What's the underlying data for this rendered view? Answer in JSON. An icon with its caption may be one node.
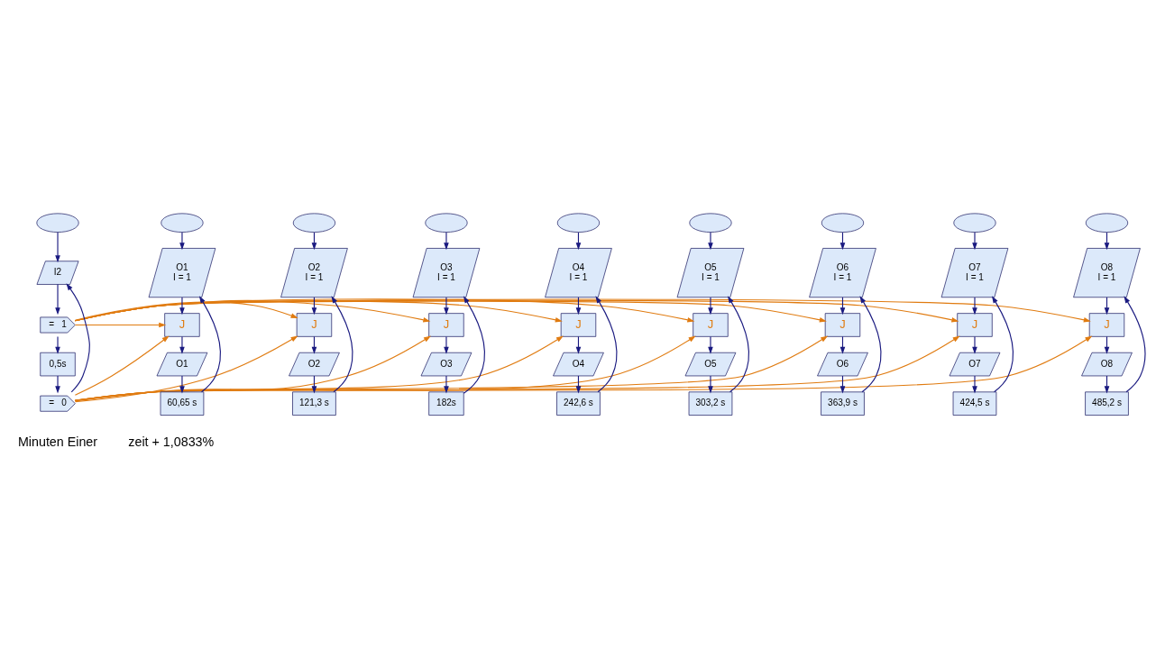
{
  "diagram": {
    "nodes": [
      {
        "text": [],
        "shape": "ellipse"
      },
      {
        "text": [
          "I2"
        ]
      },
      {
        "text": [
          "=   1"
        ]
      },
      {
        "text": [
          "0,5s"
        ]
      },
      {
        "text": [
          "=   0"
        ]
      },
      {
        "text": [],
        "shape": "ellipse"
      },
      {
        "text": [
          "O1",
          "I = 1"
        ]
      },
      {
        "text": [
          "J"
        ]
      },
      {
        "text": [
          "O1"
        ]
      },
      {
        "text": [
          "60,65 s"
        ]
      },
      {
        "text": [],
        "shape": "ellipse"
      },
      {
        "text": [
          "O2",
          "I = 1"
        ]
      },
      {
        "text": [
          "J"
        ]
      },
      {
        "text": [
          "O2"
        ]
      },
      {
        "text": [
          "121,3 s"
        ]
      },
      {
        "text": [],
        "shape": "ellipse"
      },
      {
        "text": [
          "O3",
          "I = 1"
        ]
      },
      {
        "text": [
          "J"
        ]
      },
      {
        "text": [
          "O3"
        ]
      },
      {
        "text": [
          "182s"
        ]
      },
      {
        "text": [],
        "shape": "ellipse"
      },
      {
        "text": [
          "O4",
          "I = 1"
        ]
      },
      {
        "text": [
          "J"
        ]
      },
      {
        "text": [
          "O4"
        ]
      },
      {
        "text": [
          "242,6 s"
        ]
      },
      {
        "text": [],
        "shape": "ellipse"
      },
      {
        "text": [
          "O5",
          "I = 1"
        ]
      },
      {
        "text": [
          "J"
        ]
      },
      {
        "text": [
          "O5"
        ]
      },
      {
        "text": [
          "303,2 s"
        ]
      },
      {
        "text": [],
        "shape": "ellipse"
      },
      {
        "text": [
          "O6",
          "I = 1"
        ]
      },
      {
        "text": [
          "J"
        ]
      },
      {
        "text": [
          "O6"
        ]
      },
      {
        "text": [
          "363,9 s"
        ]
      },
      {
        "text": [],
        "shape": "ellipse"
      },
      {
        "text": [
          "O7",
          "I = 1"
        ]
      },
      {
        "text": [
          "J"
        ]
      },
      {
        "text": [
          "O7"
        ]
      },
      {
        "text": [
          "424,5 s"
        ]
      },
      {
        "text": [],
        "shape": "ellipse"
      },
      {
        "text": [
          "O8",
          "I = 1"
        ]
      },
      {
        "text": [
          "J"
        ]
      },
      {
        "text": [
          "O8"
        ]
      },
      {
        "text": [
          "485,2 s"
        ]
      }
    ],
    "edges": [
      {
        "from": 0,
        "to": 1,
        "arrow": "to"
      },
      {
        "from": 1,
        "to": 2,
        "arrow": "to"
      },
      {
        "from": 2,
        "to": 3,
        "arrow": "to"
      },
      {
        "from": 3,
        "to": 4,
        "arrow": "to"
      },
      {
        "from": 4,
        "to": 1,
        "arrow": "to"
      },
      {
        "from": 5,
        "to": 6,
        "arrow": "to"
      },
      {
        "from": 6,
        "to": 7,
        "arrow": "to"
      },
      {
        "from": 7,
        "to": 8,
        "arrow": "to"
      },
      {
        "from": 8,
        "to": 9,
        "arrow": "to"
      },
      {
        "from": 9,
        "to": 6,
        "arrow": "to"
      },
      {
        "from": 10,
        "to": 11,
        "arrow": "to"
      },
      {
        "from": 11,
        "to": 12,
        "arrow": "to"
      },
      {
        "from": 12,
        "to": 13,
        "arrow": "to"
      },
      {
        "from": 13,
        "to": 14,
        "arrow": "to"
      },
      {
        "from": 14,
        "to": 11,
        "arrow": "to"
      },
      {
        "from": 15,
        "to": 16,
        "arrow": "to"
      },
      {
        "from": 16,
        "to": 17,
        "arrow": "to"
      },
      {
        "from": 17,
        "to": 18,
        "arrow": "to"
      },
      {
        "from": 18,
        "to": 19,
        "arrow": "to"
      },
      {
        "from": 19,
        "to": 16,
        "arrow": "to"
      },
      {
        "from": 20,
        "to": 21,
        "arrow": "to"
      },
      {
        "from": 21,
        "to": 22,
        "arrow": "to"
      },
      {
        "from": 22,
        "to": 23,
        "arrow": "to"
      },
      {
        "from": 23,
        "to": 24,
        "arrow": "to"
      },
      {
        "from": 24,
        "to": 21,
        "arrow": "to"
      },
      {
        "from": 25,
        "to": 26,
        "arrow": "to"
      },
      {
        "from": 26,
        "to": 27,
        "arrow": "to"
      },
      {
        "from": 27,
        "to": 28,
        "arrow": "to"
      },
      {
        "from": 28,
        "to": 29,
        "arrow": "to"
      },
      {
        "from": 29,
        "to": 26,
        "arrow": "to"
      },
      {
        "from": 30,
        "to": 31,
        "arrow": "to"
      },
      {
        "from": 31,
        "to": 32,
        "arrow": "to"
      },
      {
        "from": 32,
        "to": 33,
        "arrow": "to"
      },
      {
        "from": 33,
        "to": 34,
        "arrow": "to"
      },
      {
        "from": 34,
        "to": 31,
        "arrow": "to"
      },
      {
        "from": 35,
        "to": 36,
        "arrow": "to"
      },
      {
        "from": 36,
        "to": 37,
        "arrow": "to"
      },
      {
        "from": 37,
        "to": 38,
        "arrow": "to"
      },
      {
        "from": 38,
        "to": 39,
        "arrow": "to"
      },
      {
        "from": 39,
        "to": 36,
        "arrow": "to"
      },
      {
        "from": 40,
        "to": 41,
        "arrow": "to"
      },
      {
        "from": 41,
        "to": 42,
        "arrow": "to"
      },
      {
        "from": 42,
        "to": 43,
        "arrow": "to"
      },
      {
        "from": 43,
        "to": 44,
        "arrow": "to"
      },
      {
        "from": 44,
        "to": 41,
        "arrow": "to"
      },
      {
        "from": 2,
        "to": 7,
        "arrow": "to",
        "color": "#e07b10"
      },
      {
        "from": 2,
        "to": 12,
        "arrow": "to",
        "color": "#e07b10"
      },
      {
        "from": 2,
        "to": 17,
        "arrow": "to",
        "color": "#e07b10"
      },
      {
        "from": 2,
        "to": 22,
        "arrow": "to",
        "color": "#e07b10"
      },
      {
        "from": 2,
        "to": 27,
        "arrow": "to",
        "color": "#e07b10"
      },
      {
        "from": 2,
        "to": 32,
        "arrow": "to",
        "color": "#e07b10"
      },
      {
        "from": 2,
        "to": 37,
        "arrow": "to",
        "color": "#e07b10"
      },
      {
        "from": 2,
        "to": 42,
        "arrow": "to",
        "color": "#e07b10"
      },
      {
        "from": 4,
        "to": 7,
        "arrow": "to",
        "color": "#e07b10"
      },
      {
        "from": 4,
        "to": 12,
        "arrow": "to",
        "color": "#e07b10"
      },
      {
        "from": 4,
        "to": 17,
        "arrow": "to",
        "color": "#e07b10"
      },
      {
        "from": 4,
        "to": 22,
        "arrow": "to",
        "color": "#e07b10"
      },
      {
        "from": 4,
        "to": 27,
        "arrow": "to",
        "color": "#e07b10"
      },
      {
        "from": 4,
        "to": 32,
        "arrow": "to",
        "color": "#e07b10"
      },
      {
        "from": 4,
        "to": 37,
        "arrow": "to",
        "color": "#e07b10"
      },
      {
        "from": 4,
        "to": 42,
        "arrow": "to",
        "color": "#e07b10"
      }
    ],
    "labels": [
      "Minuten Einer",
      "zeit + 1,0833%"
    ]
  }
}
